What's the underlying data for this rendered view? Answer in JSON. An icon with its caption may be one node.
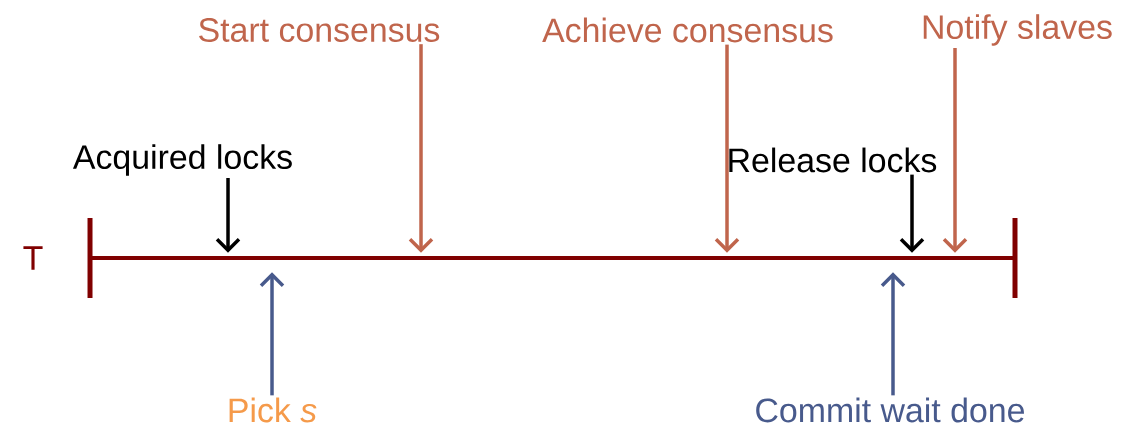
{
  "diagram": {
    "nodes": [
      {
        "text": [],
        "shape": "bar",
        "beside": [
          "T"
        ]
      },
      {
        "text": [
          "Acquired locks"
        ]
      },
      {
        "text": [
          "Start consensus"
        ]
      },
      {
        "text": [
          "Achieve consensus"
        ]
      },
      {
        "text": [
          "Notify slaves"
        ]
      },
      {
        "text": [
          "Release locks"
        ]
      },
      {
        "text": [
          "Pick *s*"
        ]
      },
      {
        "text": [
          "Commit wait done"
        ]
      }
    ],
    "edges": [
      {
        "from": 1,
        "to": 0,
        "arrow": "to",
        "color": "#000000"
      },
      {
        "from": 2,
        "to": 0,
        "arrow": "to",
        "color": "#c0654c"
      },
      {
        "from": 3,
        "to": 0,
        "arrow": "to",
        "color": "#c0654c"
      },
      {
        "from": 4,
        "to": 0,
        "arrow": "to",
        "color": "#c0654c"
      },
      {
        "from": 5,
        "to": 0,
        "arrow": "to",
        "color": "#000000"
      },
      {
        "from": 6,
        "to": 0,
        "arrow": "to",
        "color": "#485a8c"
      },
      {
        "from": 7,
        "to": 0,
        "arrow": "to",
        "color": "#485a8c"
      }
    ]
  }
}
